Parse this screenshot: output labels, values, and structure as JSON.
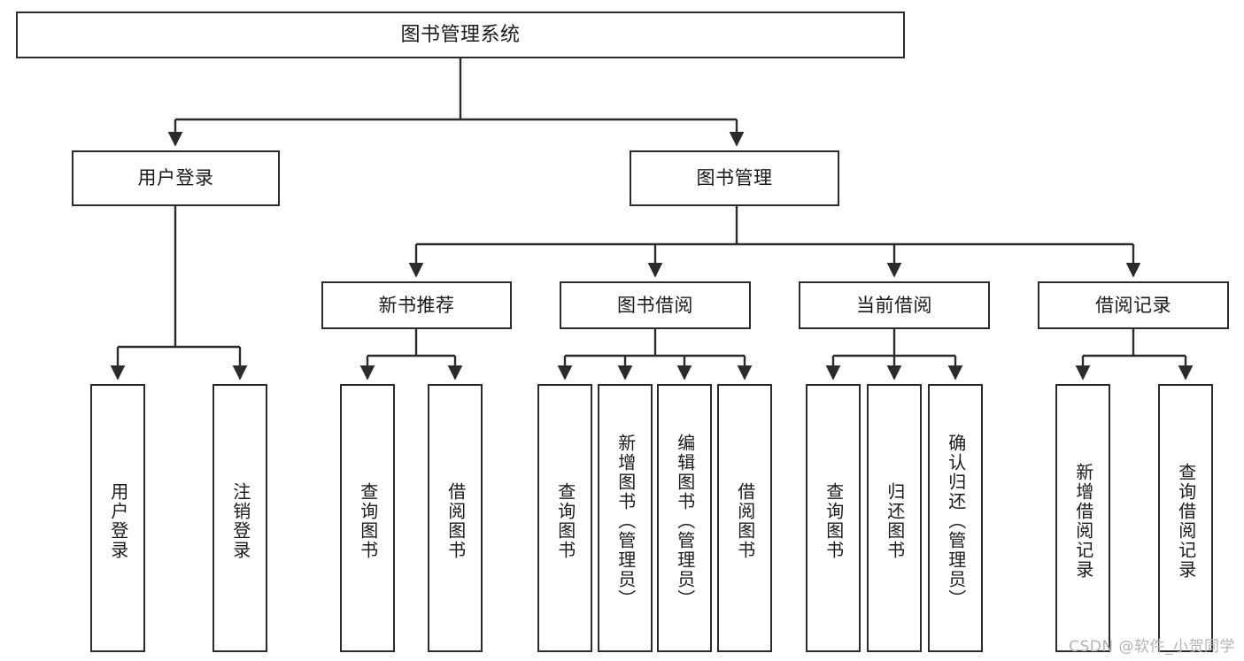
{
  "diagram": {
    "title": "图书管理系统",
    "type": "hierarchy-tree",
    "watermark": "CSDN @软件_小贺同学",
    "colors": {
      "box_border": "#2b2b2b",
      "box_fill": "#ffffff",
      "edge": "#2b2b2b",
      "text": "#1a1a1a",
      "watermark": "#b4b4b4",
      "background": "#ffffff"
    },
    "levels": {
      "root": {
        "label": "图书管理系统"
      },
      "level2": [
        {
          "label": "用户登录"
        },
        {
          "label": "图书管理"
        }
      ],
      "level3": [
        {
          "label": "新书推荐"
        },
        {
          "label": "图书借阅"
        },
        {
          "label": "当前借阅"
        },
        {
          "label": "借阅记录"
        }
      ],
      "leaves": {
        "user_login": [
          {
            "label": "用户登录"
          },
          {
            "label": "注销登录"
          }
        ],
        "new_book_recommend": [
          {
            "label": "查询图书"
          },
          {
            "label": "借阅图书"
          }
        ],
        "book_borrow": [
          {
            "label": "查询图书"
          },
          {
            "label": "新增图书（管理员）"
          },
          {
            "label": "编辑图书（管理员）"
          },
          {
            "label": "借阅图书"
          }
        ],
        "current_borrow": [
          {
            "label": "查询图书"
          },
          {
            "label": "归还图书"
          },
          {
            "label": "确认归还（管理员）"
          }
        ],
        "borrow_record": [
          {
            "label": "新增借阅记录"
          },
          {
            "label": "查询借阅记录"
          }
        ]
      }
    }
  }
}
